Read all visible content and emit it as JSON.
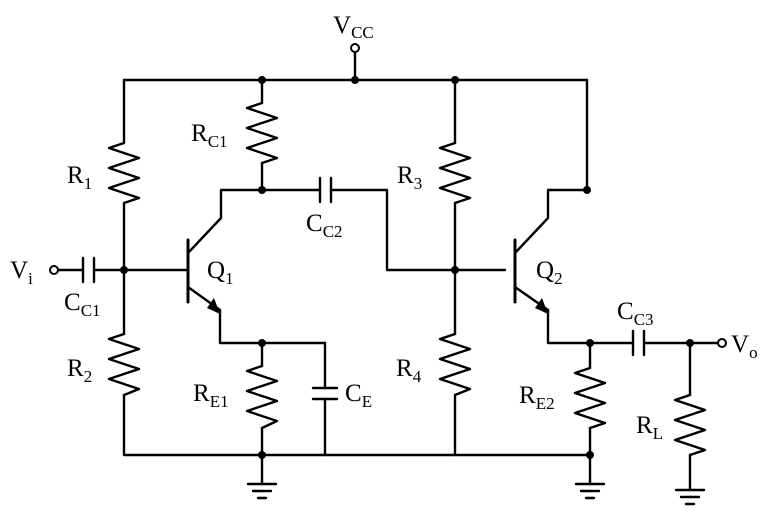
{
  "labels": {
    "vcc": {
      "main": "V",
      "sub": "CC"
    },
    "vi": {
      "main": "V",
      "sub": "i"
    },
    "vo": {
      "main": "V",
      "sub": "o"
    },
    "r1": {
      "main": "R",
      "sub": "1"
    },
    "r2": {
      "main": "R",
      "sub": "2"
    },
    "r3": {
      "main": "R",
      "sub": "3"
    },
    "r4": {
      "main": "R",
      "sub": "4"
    },
    "rc1": {
      "main": "R",
      "sub": "C1"
    },
    "re1": {
      "main": "R",
      "sub": "E1"
    },
    "re2": {
      "main": "R",
      "sub": "E2"
    },
    "rl": {
      "main": "R",
      "sub": "L"
    },
    "cc1": {
      "main": "C",
      "sub": "C1"
    },
    "cc2": {
      "main": "C",
      "sub": "C2"
    },
    "cc3": {
      "main": "C",
      "sub": "C3"
    },
    "ce": {
      "main": "C",
      "sub": "E"
    },
    "q1": {
      "main": "Q",
      "sub": "1"
    },
    "q2": {
      "main": "Q",
      "sub": "2"
    }
  },
  "icons": {
    "resistor": "zigzag-resistor-icon",
    "capacitor": "parallel-plate-capacitor-icon",
    "transistor": "npn-transistor-icon",
    "ground": "ground-icon"
  }
}
